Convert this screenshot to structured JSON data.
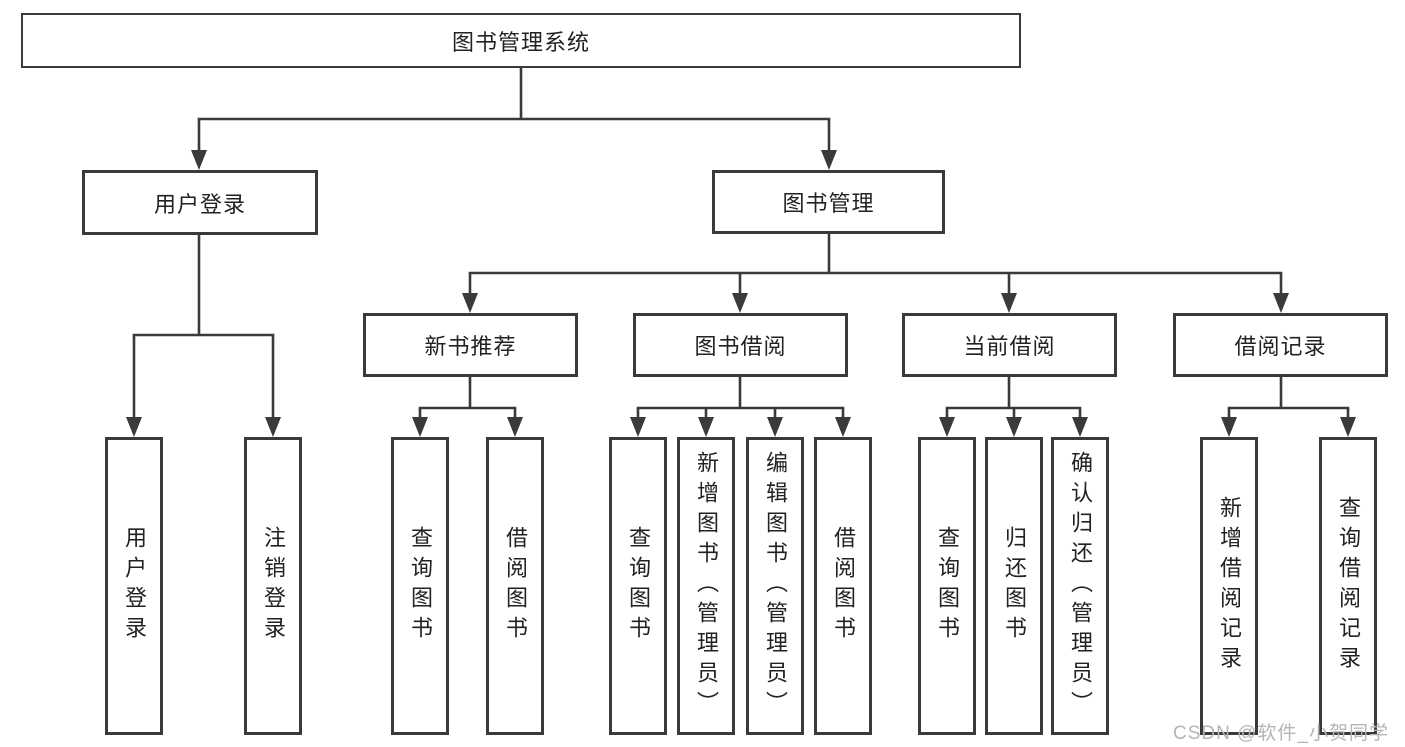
{
  "tree": {
    "root": {
      "label": "图书管理系统"
    },
    "branches": [
      {
        "label": "用户登录",
        "children": [
          {
            "label": "用户登录"
          },
          {
            "label": "注销登录"
          }
        ]
      },
      {
        "label": "图书管理",
        "groups": [
          {
            "label": "新书推荐",
            "children": [
              {
                "label": "查询图书"
              },
              {
                "label": "借阅图书"
              }
            ]
          },
          {
            "label": "图书借阅",
            "children": [
              {
                "label": "查询图书"
              },
              {
                "label": "新增图书（管理员）"
              },
              {
                "label": "编辑图书（管理员）"
              },
              {
                "label": "借阅图书"
              }
            ]
          },
          {
            "label": "当前借阅",
            "children": [
              {
                "label": "查询图书"
              },
              {
                "label": "归还图书"
              },
              {
                "label": "确认归还（管理员）"
              }
            ]
          },
          {
            "label": "借阅记录",
            "children": [
              {
                "label": "新增借阅记录"
              },
              {
                "label": "查询借阅记录"
              }
            ]
          }
        ]
      }
    ]
  },
  "watermark": "CSDN @软件_小贺同学",
  "colors": {
    "line": "#3a3a3a",
    "text": "#222222",
    "watermark": "#b5b5b5",
    "background": "#ffffff"
  }
}
